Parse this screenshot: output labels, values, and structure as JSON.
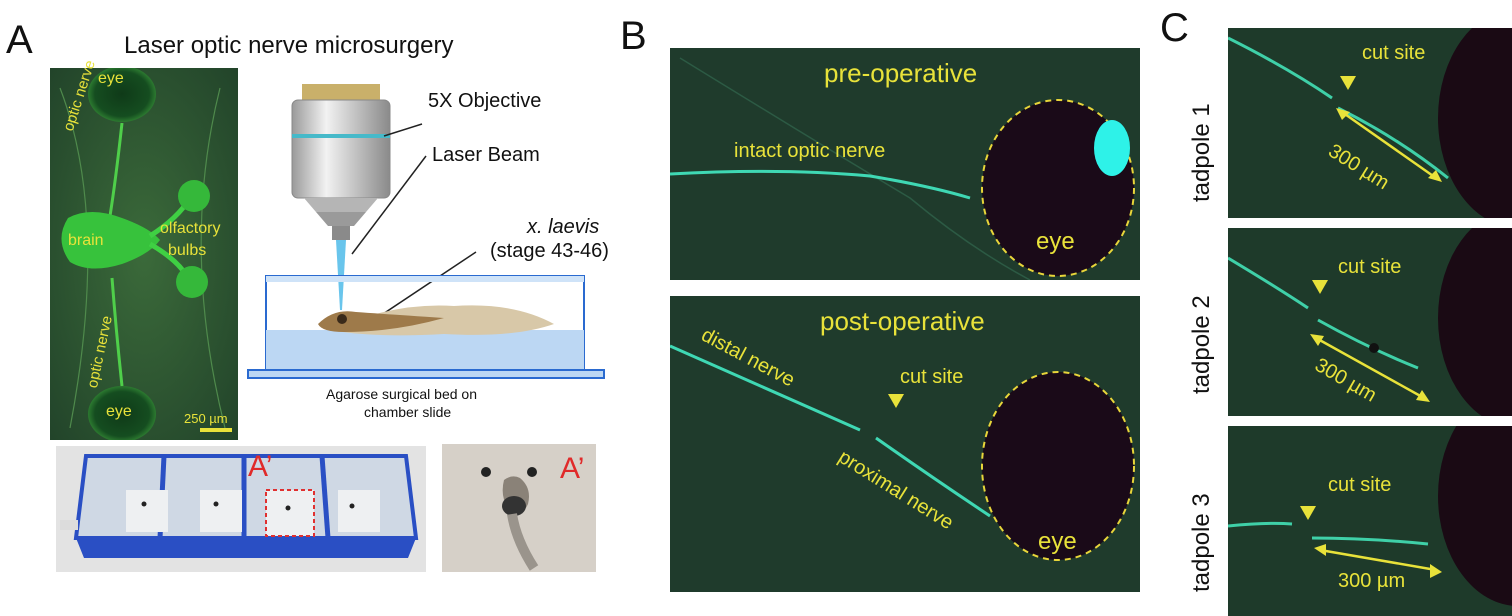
{
  "panel_labels": {
    "a": "A",
    "b": "B",
    "c": "C"
  },
  "panel_a": {
    "title": "Laser optic nerve microsurgery",
    "micro_labels": {
      "eye_top": "eye",
      "optic_nerve_top": "optic nerve",
      "brain": "brain",
      "olfactory": "olfactory",
      "bulbs": "bulbs",
      "optic_nerve_bottom": "optic nerve",
      "eye_bottom": "eye",
      "scale": "250 µm"
    },
    "diagram_labels": {
      "objective": "5X Objective",
      "laser": "Laser Beam",
      "species": "x. laevis",
      "stage": "(stage 43-46)",
      "bed_line1": "Agarose surgical bed on",
      "bed_line2": "chamber slide"
    },
    "inset_label_1": "A’",
    "inset_label_2": "A’"
  },
  "panel_b": {
    "pre": {
      "title": "pre-operative",
      "nerve": "intact optic nerve",
      "eye": "eye"
    },
    "post": {
      "title": "post-operative",
      "distal": "distal nerve",
      "cut": "cut site",
      "proximal": "proximal nerve",
      "eye": "eye"
    }
  },
  "panel_c": {
    "rows": [
      {
        "label": "tadpole 1",
        "cut": "cut site",
        "scale": "300 µm"
      },
      {
        "label": "tadpole 2",
        "cut": "cut site",
        "scale": "300 µm"
      },
      {
        "label": "tadpole 3",
        "cut": "cut site",
        "scale": "300 µm"
      }
    ]
  },
  "colors": {
    "annotation": "#e8e23a",
    "fluorescence": "#2ee0c0",
    "gfp": "#3ad14a",
    "slide_blue": "#2a4fc4"
  }
}
